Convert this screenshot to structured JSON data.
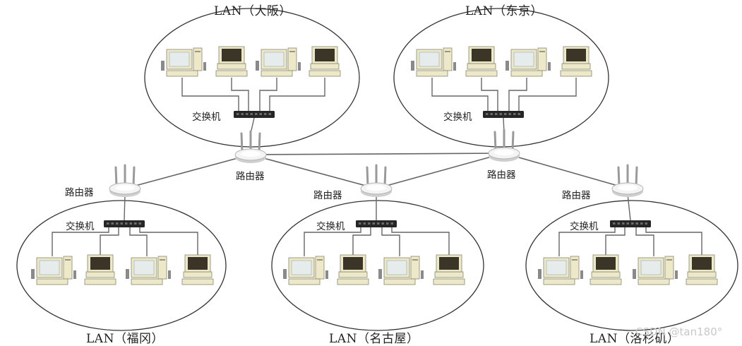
{
  "lans": [
    {
      "id": "osaka",
      "title": "LAN（大阪）",
      "switch_label": "交换机",
      "router_label": "路由器",
      "computers": [
        "light",
        "dark",
        "light",
        "dark"
      ]
    },
    {
      "id": "tokyo",
      "title": "LAN（东京）",
      "switch_label": "交换机",
      "router_label": "路由器",
      "computers": [
        "light",
        "dark",
        "light",
        "dark"
      ]
    },
    {
      "id": "fukuoka",
      "title": "LAN（福冈）",
      "switch_label": "交换机",
      "router_label": "路由器",
      "computers": [
        "light",
        "dark",
        "light",
        "dark"
      ]
    },
    {
      "id": "nagoya",
      "title": "LAN（名古屋）",
      "switch_label": "交换机",
      "router_label": "路由器",
      "computers": [
        "light",
        "dark",
        "light",
        "dark"
      ]
    },
    {
      "id": "losangeles",
      "title": "LAN（洛杉矶）",
      "switch_label": "交换机",
      "router_label": "路由器",
      "computers": [
        "light",
        "dark",
        "light",
        "dark"
      ]
    }
  ],
  "router_links": [
    [
      "osaka",
      "tokyo"
    ],
    [
      "osaka",
      "fukuoka"
    ],
    [
      "osaka",
      "nagoya"
    ],
    [
      "tokyo",
      "nagoya"
    ],
    [
      "tokyo",
      "losangeles"
    ]
  ],
  "watermark": "CSDN @tan180°",
  "colors": {
    "line": "#666666",
    "ellipse": "#333333",
    "switch": "#262626",
    "computer_case": "#ece8c8",
    "screen_light": "#e6ecec",
    "screen_dark": "#3a3526",
    "router": "#f4f4f4"
  }
}
